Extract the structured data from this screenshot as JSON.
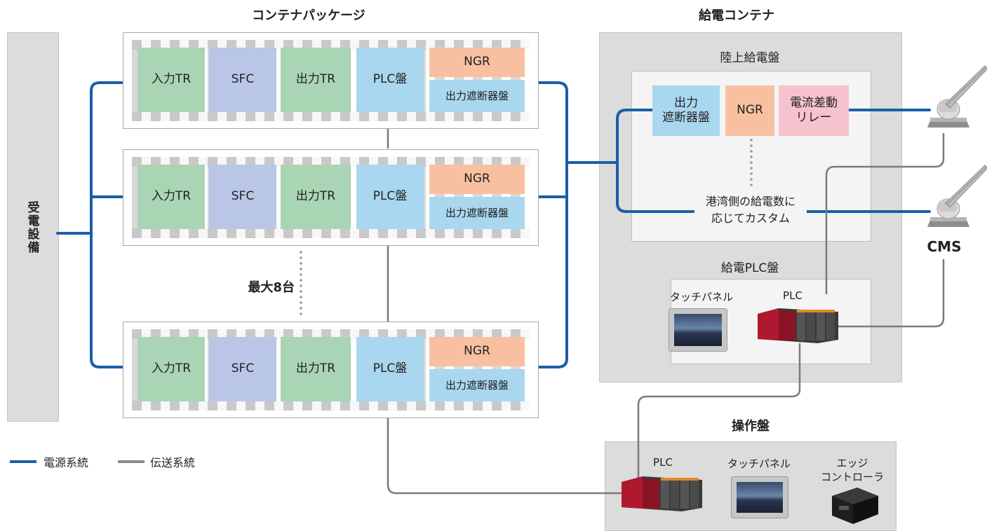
{
  "titles": {
    "container_package": "コンテナパッケージ",
    "feed_container": "給電コンテナ",
    "operation_panel": "操作盤"
  },
  "receiving": "受電設備",
  "packages": [
    {
      "in_tr": "入力TR",
      "sfc": "SFC",
      "out_tr": "出力TR",
      "plc": "PLC盤",
      "ngr": "NGR",
      "breaker": "出力遮断器盤"
    },
    {
      "in_tr": "入力TR",
      "sfc": "SFC",
      "out_tr": "出力TR",
      "plc": "PLC盤",
      "ngr": "NGR",
      "breaker": "出力遮断器盤"
    },
    {
      "in_tr": "入力TR",
      "sfc": "SFC",
      "out_tr": "出力TR",
      "plc": "PLC盤",
      "ngr": "NGR",
      "breaker": "出力遮断器盤"
    }
  ],
  "max_units": "最大8台",
  "onshore": {
    "title": "陸上給電盤",
    "breaker_line1": "出力",
    "breaker_line2": "遮断器盤",
    "ngr": "NGR",
    "relay_line1": "電流差動",
    "relay_line2": "リレー",
    "custom_line1": "港湾側の給電数に",
    "custom_line2": "応じてカスタム"
  },
  "feed_plc": {
    "title": "給電PLC盤",
    "touch_panel": "タッチパネル",
    "plc": "PLC"
  },
  "cms": "CMS",
  "operation": {
    "plc": "PLC",
    "touch_panel": "タッチパネル",
    "edge_line1": "エッジ",
    "edge_line2": "コントローラ"
  },
  "legend": {
    "power": "電源系統",
    "transmission": "伝送系統"
  },
  "colors": {
    "power_line": "#1a5fa8",
    "transmission_line": "#7a7a7a"
  }
}
